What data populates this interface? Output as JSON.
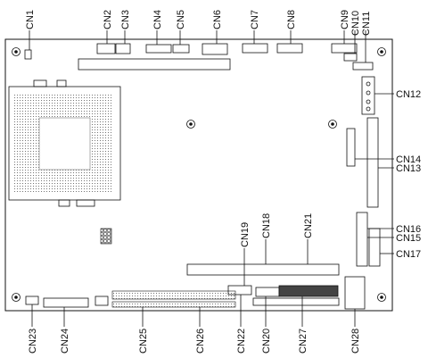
{
  "diagram": {
    "labels": {
      "cn1": "CN1",
      "cn2": "CN2",
      "cn3": "CN3",
      "cn4": "CN4",
      "cn5": "CN5",
      "cn6": "CN6",
      "cn7": "CN7",
      "cn8": "CN8",
      "cn9": "CN9",
      "cn10": "CN10",
      "cn11": "CN11",
      "cn12": "CN12",
      "cn13": "CN13",
      "cn14": "CN14",
      "cn15": "CN15",
      "cn16": "CN16",
      "cn17": "CN17",
      "cn18": "CN18",
      "cn19": "CN19",
      "cn20": "CN20",
      "cn21": "CN21",
      "cn22": "CN22",
      "cn23": "CN23",
      "cn24": "CN24",
      "cn25": "CN25",
      "cn26": "CN26",
      "cn27": "CN27",
      "cn28": "CN28"
    },
    "colors": {
      "line": "#111111",
      "board": "#ffffff",
      "dots": "#333333"
    }
  }
}
